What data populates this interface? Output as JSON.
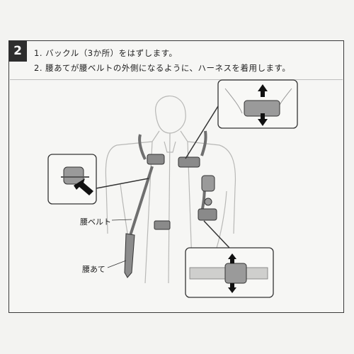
{
  "step": {
    "number": "2"
  },
  "instructions": [
    "1. バックル（3か所）をはずします。",
    "2. 腰あてが腰ベルトの外側になるように、ハーネスを着用します。"
  ],
  "labels": {
    "waist_belt": "腰ベルト",
    "waist_pad": "腰あて"
  },
  "colors": {
    "ink": "#2e2e2e",
    "strap": "#777777",
    "highlight": "#555555"
  },
  "icons": {
    "press_arrow": "black-arrow",
    "pointer_arrow": "callout-arrow"
  }
}
